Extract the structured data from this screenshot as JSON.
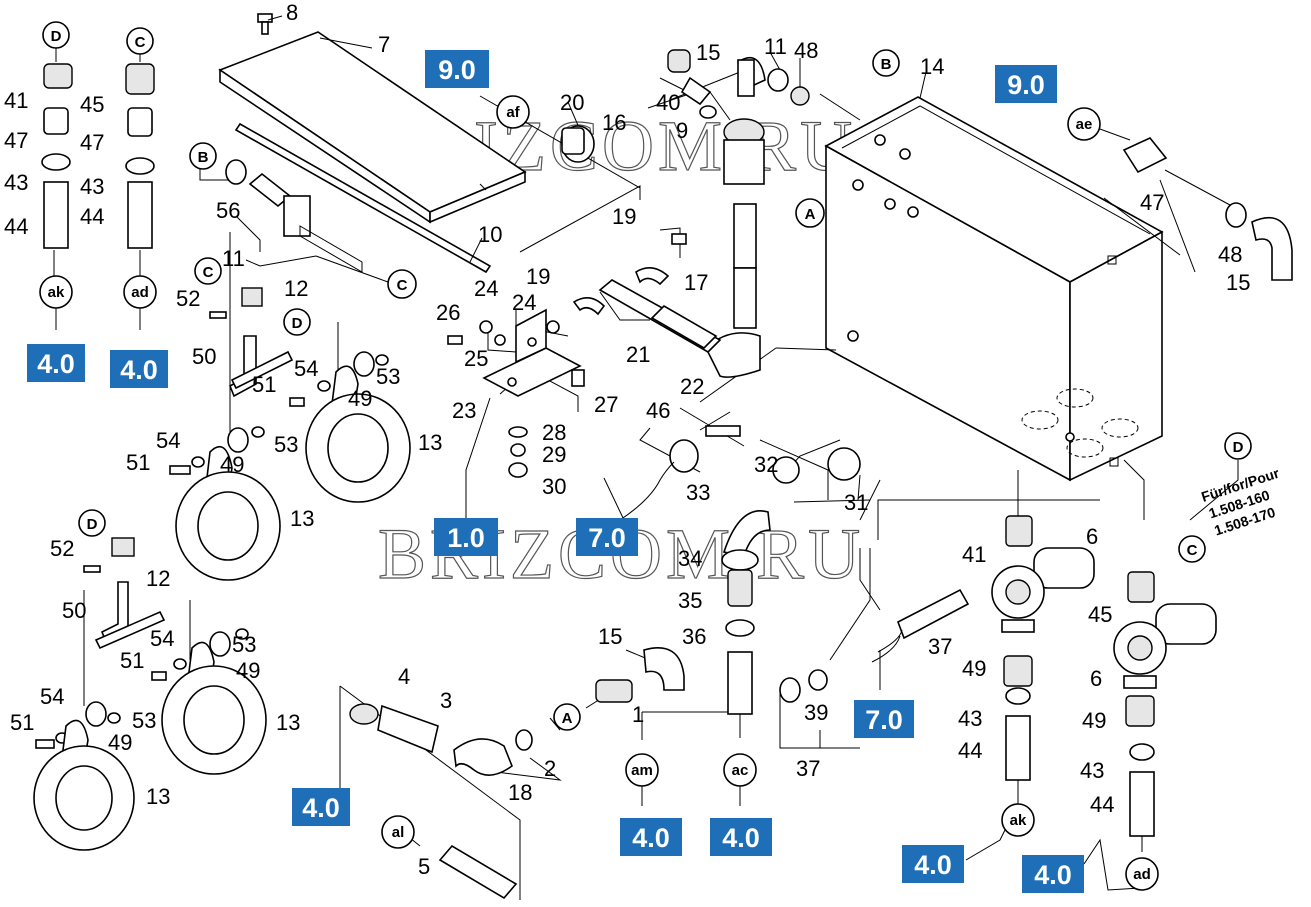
{
  "watermark": "BRIZCOM.RU",
  "note_lines": [
    "Für/for/Pour",
    "1.508-160",
    "1.508-170"
  ],
  "part_numbers": [
    {
      "id": "p8",
      "text": "8"
    },
    {
      "id": "p7",
      "text": "7"
    },
    {
      "id": "p20",
      "text": "20"
    },
    {
      "id": "p15a",
      "text": "15"
    },
    {
      "id": "p11",
      "text": "11"
    },
    {
      "id": "p48a",
      "text": "48"
    },
    {
      "id": "p40",
      "text": "40"
    },
    {
      "id": "p16",
      "text": "16"
    },
    {
      "id": "p9",
      "text": "9"
    },
    {
      "id": "p14",
      "text": "14"
    },
    {
      "id": "p47a",
      "text": "47"
    },
    {
      "id": "p48b",
      "text": "48"
    },
    {
      "id": "p15b",
      "text": "15"
    },
    {
      "id": "p41a",
      "text": "41"
    },
    {
      "id": "p47b",
      "text": "47"
    },
    {
      "id": "p43a",
      "text": "43"
    },
    {
      "id": "p44a",
      "text": "44"
    },
    {
      "id": "p45a",
      "text": "45"
    },
    {
      "id": "p47c",
      "text": "47"
    },
    {
      "id": "p43b",
      "text": "43"
    },
    {
      "id": "p44b",
      "text": "44"
    },
    {
      "id": "p56",
      "text": "56"
    },
    {
      "id": "p11b",
      "text": "11"
    },
    {
      "id": "p10",
      "text": "10"
    },
    {
      "id": "p12a",
      "text": "12"
    },
    {
      "id": "p52a",
      "text": "52"
    },
    {
      "id": "p19a",
      "text": "19"
    },
    {
      "id": "p19b",
      "text": "19"
    },
    {
      "id": "p17",
      "text": "17"
    },
    {
      "id": "p26",
      "text": "26"
    },
    {
      "id": "p24a",
      "text": "24"
    },
    {
      "id": "p24b",
      "text": "24"
    },
    {
      "id": "p25",
      "text": "25"
    },
    {
      "id": "p21",
      "text": "21"
    },
    {
      "id": "p22",
      "text": "22"
    },
    {
      "id": "p50a",
      "text": "50"
    },
    {
      "id": "p54a",
      "text": "54"
    },
    {
      "id": "p53a",
      "text": "53"
    },
    {
      "id": "p51a",
      "text": "51"
    },
    {
      "id": "p49a",
      "text": "49"
    },
    {
      "id": "p23",
      "text": "23"
    },
    {
      "id": "p27",
      "text": "27"
    },
    {
      "id": "p46",
      "text": "46"
    },
    {
      "id": "p54b",
      "text": "54"
    },
    {
      "id": "p51b",
      "text": "51"
    },
    {
      "id": "p53b",
      "text": "53"
    },
    {
      "id": "p49b",
      "text": "49"
    },
    {
      "id": "p13a",
      "text": "13"
    },
    {
      "id": "p13b",
      "text": "13"
    },
    {
      "id": "p28",
      "text": "28"
    },
    {
      "id": "p29",
      "text": "29"
    },
    {
      "id": "p30",
      "text": "30"
    },
    {
      "id": "p32",
      "text": "32"
    },
    {
      "id": "p31",
      "text": "31"
    },
    {
      "id": "p33",
      "text": "33"
    },
    {
      "id": "p34",
      "text": "34"
    },
    {
      "id": "p35",
      "text": "35"
    },
    {
      "id": "p36",
      "text": "36"
    },
    {
      "id": "p15c",
      "text": "15"
    },
    {
      "id": "p1",
      "text": "1"
    },
    {
      "id": "p2",
      "text": "2"
    },
    {
      "id": "p3",
      "text": "3"
    },
    {
      "id": "p4",
      "text": "4"
    },
    {
      "id": "p18",
      "text": "18"
    },
    {
      "id": "p5",
      "text": "5"
    },
    {
      "id": "p37a",
      "text": "37"
    },
    {
      "id": "p39",
      "text": "39"
    },
    {
      "id": "p37b",
      "text": "37"
    },
    {
      "id": "p41b",
      "text": "41"
    },
    {
      "id": "p6a",
      "text": "6"
    },
    {
      "id": "p49c",
      "text": "49"
    },
    {
      "id": "p43c",
      "text": "43"
    },
    {
      "id": "p44c",
      "text": "44"
    },
    {
      "id": "p45b",
      "text": "45"
    },
    {
      "id": "p6b",
      "text": "6"
    },
    {
      "id": "p49d",
      "text": "49"
    },
    {
      "id": "p43d",
      "text": "43"
    },
    {
      "id": "p44d",
      "text": "44"
    },
    {
      "id": "p12b",
      "text": "12"
    },
    {
      "id": "p52b",
      "text": "52"
    },
    {
      "id": "p50b",
      "text": "50"
    },
    {
      "id": "p54c",
      "text": "54"
    },
    {
      "id": "p53c",
      "text": "53"
    },
    {
      "id": "p51c",
      "text": "51"
    },
    {
      "id": "p49e",
      "text": "49"
    },
    {
      "id": "p54d",
      "text": "54"
    },
    {
      "id": "p51d",
      "text": "51"
    },
    {
      "id": "p53d",
      "text": "53"
    },
    {
      "id": "p49f",
      "text": "49"
    },
    {
      "id": "p13c",
      "text": "13"
    },
    {
      "id": "p13d",
      "text": "13"
    }
  ],
  "connectors": [
    {
      "id": "cD1",
      "text": "D"
    },
    {
      "id": "cC1",
      "text": "C"
    },
    {
      "id": "caf",
      "text": "af"
    },
    {
      "id": "cB1",
      "text": "B"
    },
    {
      "id": "cae",
      "text": "ae"
    },
    {
      "id": "cB2",
      "text": "B"
    },
    {
      "id": "cC2",
      "text": "C"
    },
    {
      "id": "cak1",
      "text": "ak"
    },
    {
      "id": "cad1",
      "text": "ad"
    },
    {
      "id": "cC3",
      "text": "C"
    },
    {
      "id": "cD2",
      "text": "D"
    },
    {
      "id": "cA1",
      "text": "A"
    },
    {
      "id": "cD3",
      "text": "D"
    },
    {
      "id": "cC4",
      "text": "C"
    },
    {
      "id": "cD4",
      "text": "D"
    },
    {
      "id": "cA2",
      "text": "A"
    },
    {
      "id": "cam",
      "text": "am"
    },
    {
      "id": "cac",
      "text": "ac"
    },
    {
      "id": "cal",
      "text": "al"
    },
    {
      "id": "cak2",
      "text": "ak"
    },
    {
      "id": "cad2",
      "text": "ad"
    }
  ],
  "ref_boxes": [
    {
      "id": "r1",
      "text": "9.0"
    },
    {
      "id": "r2",
      "text": "9.0"
    },
    {
      "id": "r3",
      "text": "4.0"
    },
    {
      "id": "r4",
      "text": "4.0"
    },
    {
      "id": "r5",
      "text": "1.0"
    },
    {
      "id": "r6",
      "text": "7.0"
    },
    {
      "id": "r7",
      "text": "7.0"
    },
    {
      "id": "r8",
      "text": "4.0"
    },
    {
      "id": "r9",
      "text": "4.0"
    },
    {
      "id": "r10",
      "text": "4.0"
    },
    {
      "id": "r11",
      "text": "4.0"
    },
    {
      "id": "r12",
      "text": "4.0"
    }
  ]
}
